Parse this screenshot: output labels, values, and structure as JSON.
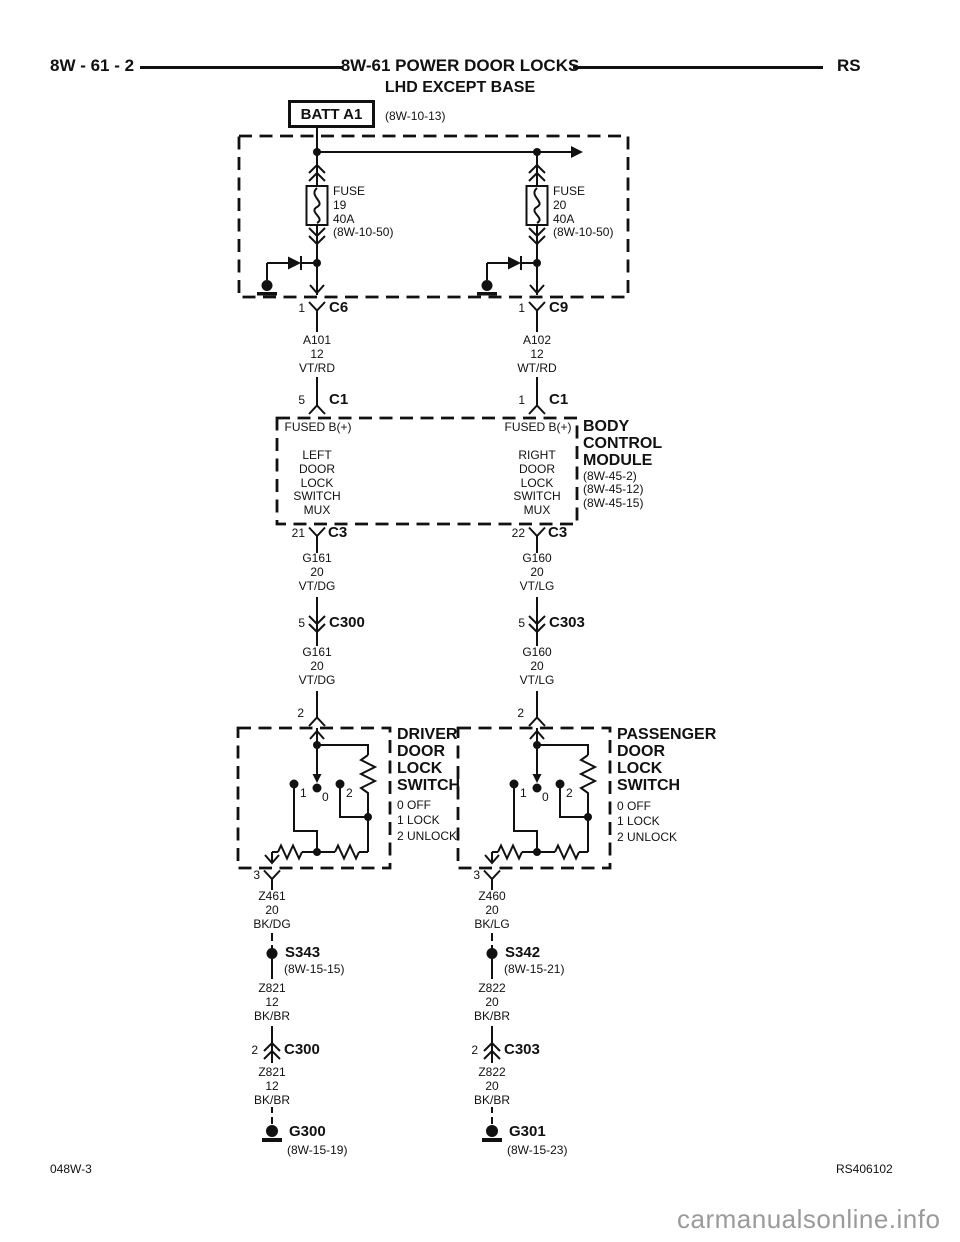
{
  "header": {
    "code": "8W - 61 - 2",
    "title": "8W-61 POWER DOOR LOCKS",
    "region": "RS",
    "subtitle": "LHD EXCEPT BASE"
  },
  "battery": {
    "label": "BATT A1",
    "ref": "(8W-10-13)"
  },
  "fuse_left": {
    "line1": "FUSE",
    "line2": "19",
    "line3": "40A",
    "ref": "(8W-10-50)"
  },
  "fuse_right": {
    "line1": "FUSE",
    "line2": "20",
    "line3": "40A",
    "ref": "(8W-10-50)"
  },
  "pins": {
    "c6": {
      "num": "1",
      "name": "C6"
    },
    "c9": {
      "num": "1",
      "name": "C9"
    },
    "c1L": {
      "num": "5",
      "name": "C1"
    },
    "c1R": {
      "num": "1",
      "name": "C1"
    },
    "c3L": {
      "num": "21",
      "name": "C3"
    },
    "c3R": {
      "num": "22",
      "name": "C3"
    },
    "c300Top": {
      "num": "5",
      "name": "C300"
    },
    "c303Top": {
      "num": "5",
      "name": "C303"
    },
    "swInL": {
      "num": "2"
    },
    "swInR": {
      "num": "2"
    },
    "swOutL": {
      "num": "3"
    },
    "swOutR": {
      "num": "3"
    },
    "c300Bot": {
      "num": "2",
      "name": "C300"
    },
    "c303Bot": {
      "num": "2",
      "name": "C303"
    }
  },
  "wires": {
    "a101": [
      "A101",
      "12",
      "VT/RD"
    ],
    "a102": [
      "A102",
      "12",
      "WT/RD"
    ],
    "g161a": [
      "G161",
      "20",
      "VT/DG"
    ],
    "g160a": [
      "G160",
      "20",
      "VT/LG"
    ],
    "g161b": [
      "G161",
      "20",
      "VT/DG"
    ],
    "g160b": [
      "G160",
      "20",
      "VT/LG"
    ],
    "z461": [
      "Z461",
      "20",
      "BK/DG"
    ],
    "z460": [
      "Z460",
      "20",
      "BK/LG"
    ],
    "z821a": [
      "Z821",
      "12",
      "BK/BR"
    ],
    "z822a": [
      "Z822",
      "20",
      "BK/BR"
    ],
    "z821b": [
      "Z821",
      "12",
      "BK/BR"
    ],
    "z822b": [
      "Z822",
      "20",
      "BK/BR"
    ]
  },
  "bcm": {
    "fused_left": "FUSED B(+)",
    "fused_right": "FUSED B(+)",
    "left_desc": [
      "LEFT",
      "DOOR",
      "LOCK",
      "SWITCH",
      "MUX"
    ],
    "right_desc": [
      "RIGHT",
      "DOOR",
      "LOCK",
      "SWITCH",
      "MUX"
    ],
    "title": [
      "BODY",
      "CONTROL",
      "MODULE"
    ],
    "refs": [
      "(8W-45-2)",
      "(8W-45-12)",
      "(8W-45-15)"
    ]
  },
  "driver_switch": {
    "title": [
      "DRIVER",
      "DOOR",
      "LOCK",
      "SWITCH"
    ],
    "positions": [
      "0 OFF",
      "1 LOCK",
      "2 UNLOCK"
    ],
    "contacts": {
      "lock": "1",
      "off": "0",
      "unlock": "2"
    }
  },
  "passenger_switch": {
    "title": [
      "PASSENGER",
      "DOOR",
      "LOCK",
      "SWITCH"
    ],
    "positions": [
      "0 OFF",
      "1 LOCK",
      "2 UNLOCK"
    ],
    "contacts": {
      "lock": "1",
      "off": "0",
      "unlock": "2"
    }
  },
  "splices": {
    "s343": {
      "name": "S343",
      "ref": "(8W-15-15)"
    },
    "s342": {
      "name": "S342",
      "ref": "(8W-15-21)"
    }
  },
  "grounds": {
    "g300": {
      "name": "G300",
      "ref": "(8W-15-19)"
    },
    "g301": {
      "name": "G301",
      "ref": "(8W-15-23)"
    }
  },
  "footer": {
    "left": "048W-3",
    "right": "RS406102"
  },
  "watermark": "carmanualsonline.info",
  "colors": {
    "ink": "#111111",
    "watermark": "#9a9a9a",
    "background": "#ffffff"
  }
}
